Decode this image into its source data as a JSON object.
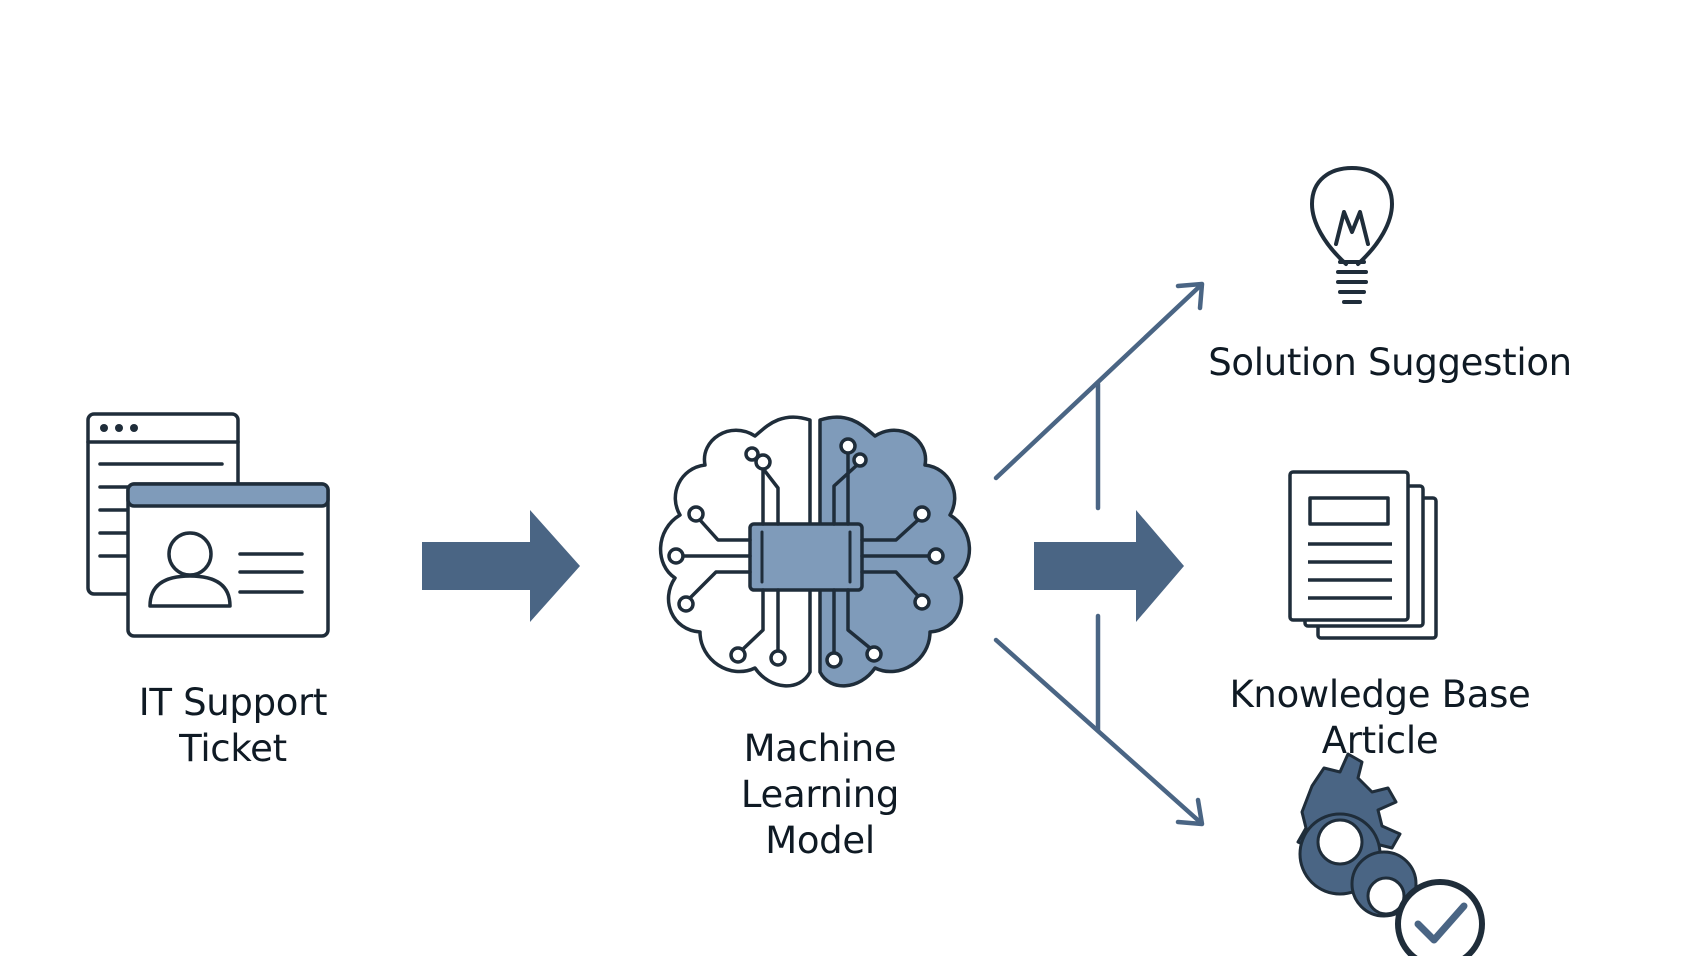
{
  "colors": {
    "ink": "#1f2d3a",
    "accent": "#4a6584",
    "fill": "#7f9bba",
    "background": "#ffffff"
  },
  "nodes": {
    "ticket": {
      "icon": "ticket-window-icon",
      "lines": [
        "IT Support",
        "Ticket"
      ]
    },
    "model": {
      "icon": "brain-chip-icon",
      "lines": [
        "Machine",
        "Learning",
        "Model"
      ]
    },
    "outputs": [
      {
        "icon": "lightbulb-icon",
        "lines": [
          "Solution Suggestion"
        ]
      },
      {
        "icon": "document-stack-icon",
        "lines": [
          "Knowledge Base",
          "Article"
        ]
      },
      {
        "icon": "gears-check-icon",
        "lines": []
      }
    ]
  },
  "connectors": [
    "block-arrow-icon",
    "block-arrow-icon",
    "branch-arrows-icon"
  ]
}
